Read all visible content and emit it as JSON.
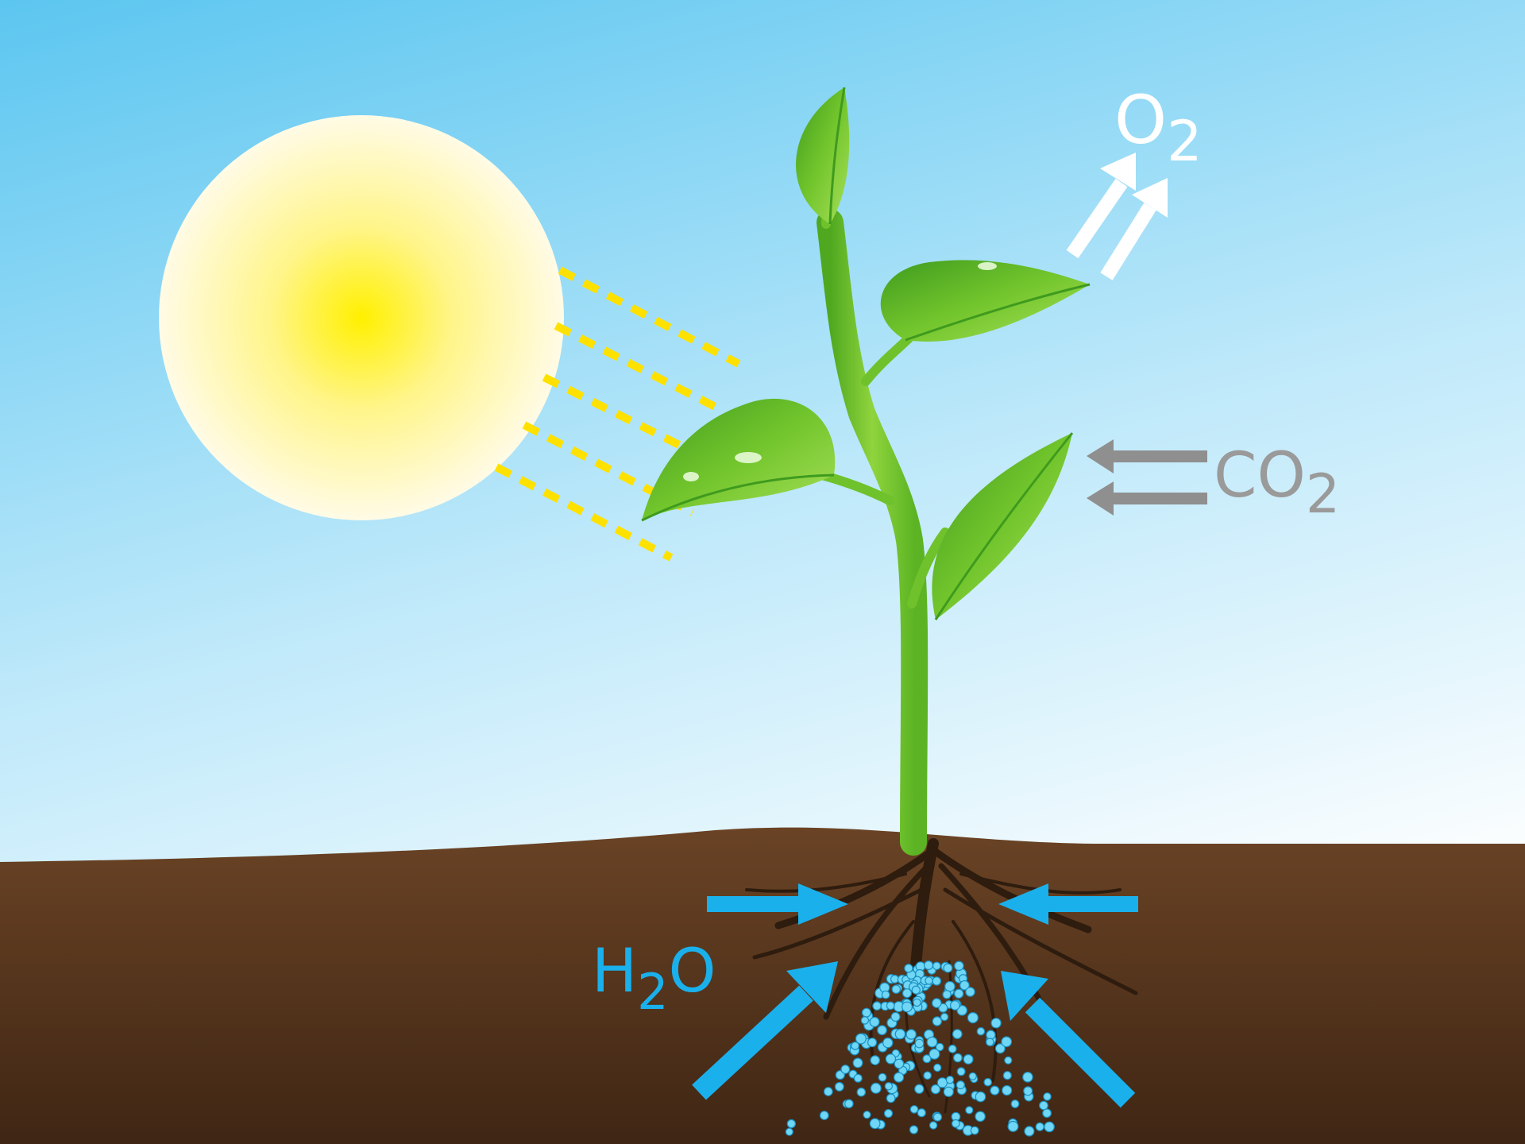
{
  "labels": {
    "oxygen": {
      "main": "O",
      "sub": "2"
    },
    "carbon_dioxide": {
      "main": "CO",
      "sub": "2"
    },
    "water": {
      "main": "H",
      "sub": "2",
      "tail": "O"
    }
  },
  "colors": {
    "sky_top": "#5cc6f0",
    "sky_bottom": "#ffffff",
    "sun_core": "#fff000",
    "sun_edge": "#fffbe6",
    "sun_rays": "#ffe100",
    "stem": "#6fc22b",
    "leaf_light": "#a8e05a",
    "leaf_dark": "#3f9b1e",
    "soil_top": "#6a4325",
    "soil_bottom": "#3f2614",
    "roots": "#2e1c0e",
    "water_arrows": "#1ab0ec",
    "water_drops": "#6fd6f5",
    "o2_arrows": "#ffffff",
    "co2_arrows": "#8f8f8f",
    "o2_text": "#ffffff",
    "co2_text": "#9a9a9a",
    "h2o_text": "#1ab0ec"
  }
}
